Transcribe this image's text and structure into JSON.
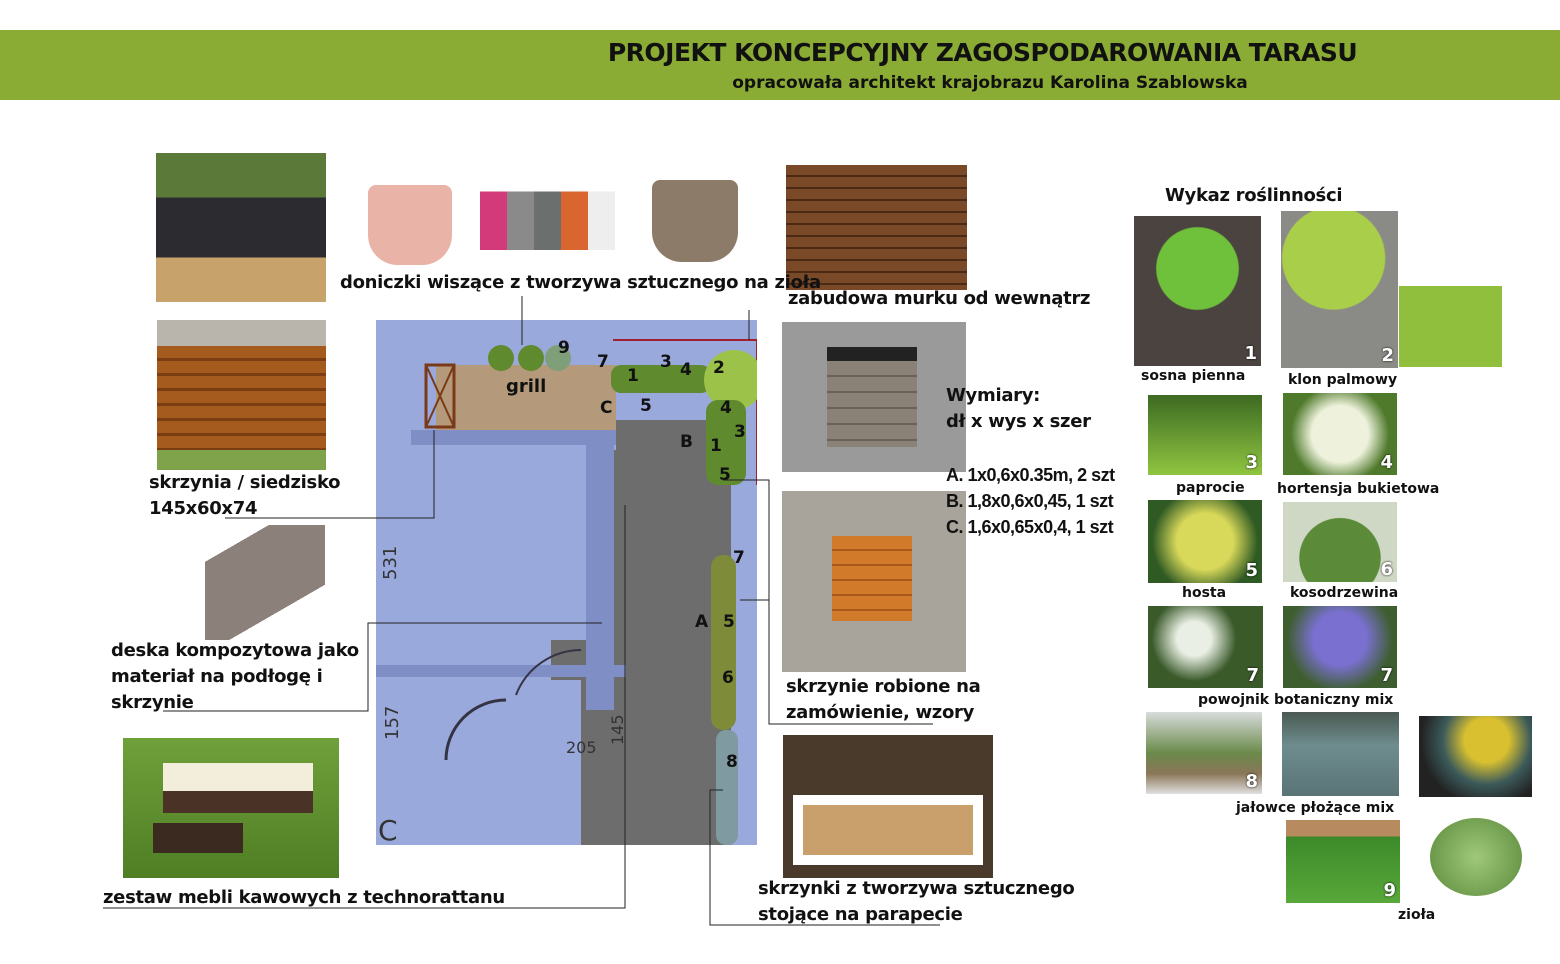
{
  "header": {
    "title": "PROJEKT KONCEPCYJNY ZAGOSPODAROWANIA TARASU",
    "subtitle": "opracowała architekt krajobrazu Karolina Szablowska",
    "color": "#8aac34"
  },
  "labels": {
    "pots": "doniczki wiszące z tworzywa sztucznego na zioła",
    "wall": "zabudowa murku od wewnątrz",
    "chest_1": "skrzynia / siedzisko",
    "chest_2": "145x60x74",
    "deck_1": "deska kompozytowa jako",
    "deck_2": "materiał na podłogę i",
    "deck_3": "skrzynie",
    "furniture": "zestaw mebli kawowych z technorattanu",
    "custom_1": "skrzynie robione na",
    "custom_2": "zamówienie, wzory",
    "plastic_1": "skrzynki z tworzywa sztucznego",
    "plastic_2": "stojące na parapecie"
  },
  "dimensions": {
    "heading": "Wymiary:",
    "sub": "dł x wys x szer",
    "items": [
      "A. 1x0,6x0.35m, 2 szt",
      "B. 1,8x0,6x0,45, 1 szt",
      "C. 1,6x0,65x0,4, 1 szt"
    ]
  },
  "plants": {
    "heading": "Wykaz roślinności",
    "items": [
      {
        "name": "sosna pienna",
        "num": "1"
      },
      {
        "name": "klon palmowy",
        "num": "2"
      },
      {
        "name": "paprocie",
        "num": "3"
      },
      {
        "name": "hortensja bukietowa",
        "num": "4"
      },
      {
        "name": "hosta",
        "num": "5"
      },
      {
        "name": "kosodrzewina",
        "num": "6"
      },
      {
        "name": "powojnik botaniczny mix",
        "num": "7"
      },
      {
        "name": "jałowce płożące mix",
        "num": "8"
      },
      {
        "name": "zioła",
        "num": "9"
      }
    ]
  },
  "plan": {
    "grill": "grill",
    "dims": [
      "531",
      "157",
      "205",
      "145"
    ],
    "room": "C",
    "markers": [
      "9",
      "7",
      "1",
      "3",
      "4",
      "2",
      "C",
      "5",
      "4",
      "B",
      "1",
      "3",
      "5",
      "7",
      "A",
      "5",
      "6",
      "8"
    ]
  }
}
